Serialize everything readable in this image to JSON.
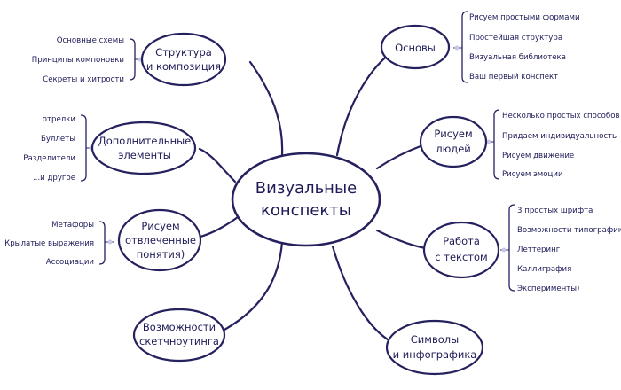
{
  "center": {
    "line1": "Визуальные",
    "line2": "конспекты"
  },
  "nodes": {
    "structure": {
      "line1": "Структура",
      "line2": "и композиция",
      "leaves": [
        "Основные схемы",
        "Принципы компоновки",
        "Секреты и хитрости"
      ]
    },
    "additional": {
      "line1": "Дополнительные",
      "line2": "элементы",
      "leaves": [
        "отрелки",
        "Буллеты",
        "Разделители",
        "...и другое"
      ]
    },
    "abstract": {
      "line1": "Рисуем",
      "line2": "отвлеченные",
      "line3": "понятия)",
      "leaves": [
        "Метафоры",
        "Крылатые выражения",
        "Ассоциации"
      ]
    },
    "sketchnoting": {
      "line1": "Возможности",
      "line2": "скетчноутинга"
    },
    "basics": {
      "line1": "Основы",
      "leaves": [
        "Рисуем простыми формами",
        "Простейшая структура",
        "Визуальная библиотека",
        "Ваш первый конспект"
      ]
    },
    "people": {
      "line1": "Рисуем",
      "line2": "людей",
      "leaves": [
        "Несколько простых способов",
        "Придаем индивидуальность",
        "Рисуем движение",
        "Рисуем эмоции"
      ]
    },
    "text": {
      "line1": "Работа",
      "line2": "с текстом",
      "leaves": [
        "3 простых шрифта",
        "Возможности типографики",
        "Леттеринг",
        "Каллиграфия",
        "Эксперименты)"
      ]
    },
    "symbols": {
      "line1": "Символы",
      "line2": "и инфографика"
    }
  }
}
